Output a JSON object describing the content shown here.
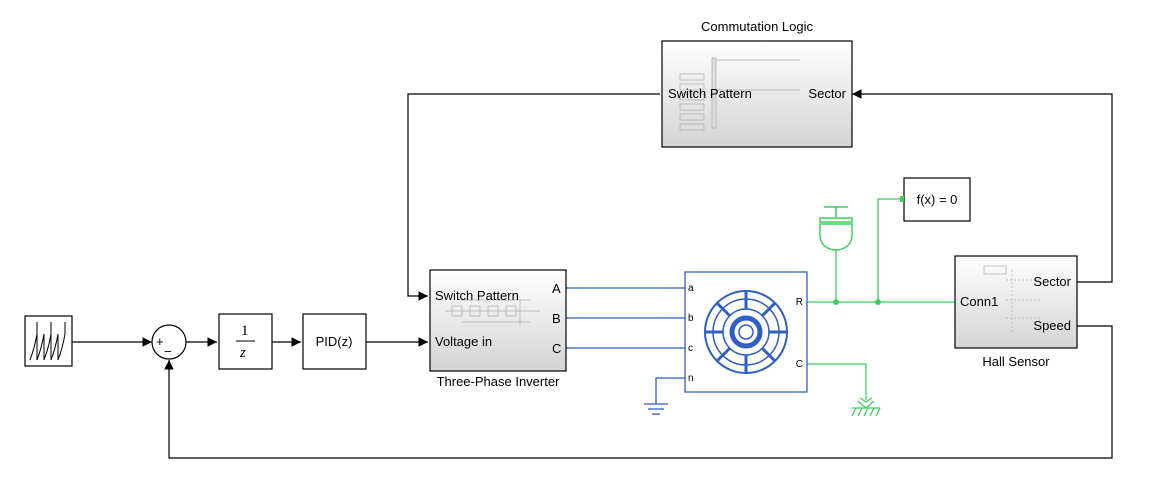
{
  "blocks": {
    "commutation_logic": {
      "title": "Commutation Logic",
      "port_left": "Switch Pattern",
      "port_right": "Sector"
    },
    "inverter": {
      "title": "Three-Phase Inverter",
      "port_switch": "Switch Pattern",
      "port_voltage": "Voltage in",
      "out_a": "A",
      "out_b": "B",
      "out_c": "C"
    },
    "motor": {
      "port_a": "a",
      "port_b": "b",
      "port_c": "c",
      "port_n": "n",
      "port_r": "R",
      "port_cc": "C"
    },
    "hall_sensor": {
      "title": "Hall Sensor",
      "port_in": "Conn1",
      "port_sector": "Sector",
      "port_speed": "Speed"
    },
    "solver": {
      "label": "f(x) = 0"
    },
    "pid": {
      "label": "PID(z)"
    },
    "integrator": {
      "num": "1",
      "den": "z"
    },
    "sum": {
      "plus": "+",
      "minus": "−"
    }
  },
  "colors": {
    "signal": "#000000",
    "electrical": "#2f5fc4",
    "mechanical": "#3fcf5f",
    "block_border": "#000000"
  }
}
